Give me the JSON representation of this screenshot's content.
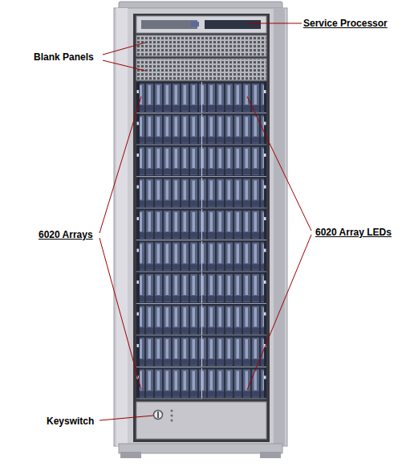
{
  "diagram": {
    "labels": [
      "Service Processor",
      "Blank Panels",
      "6020 Arrays",
      "6020 Array LEDs",
      "Keyswitch"
    ]
  }
}
